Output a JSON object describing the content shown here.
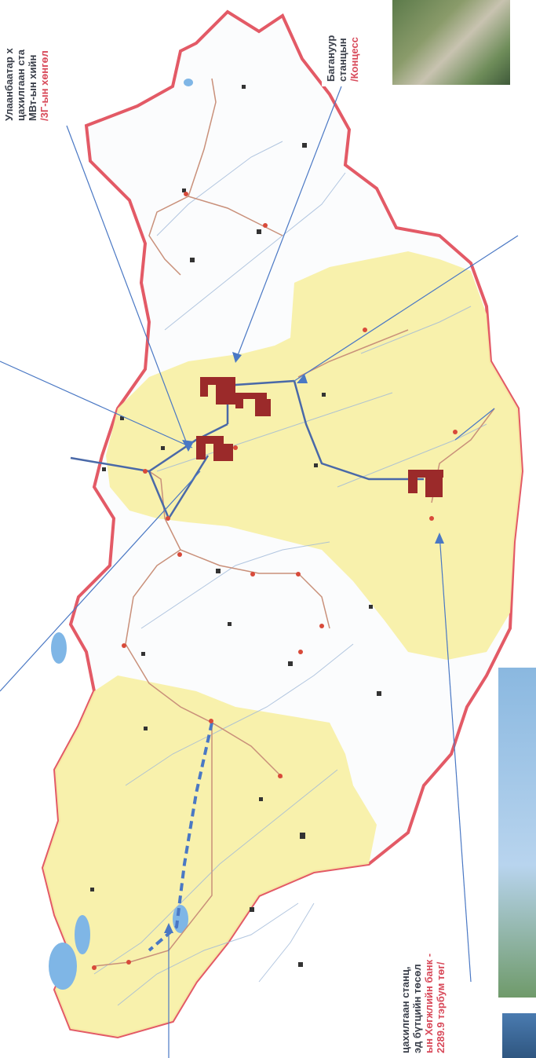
{
  "colors": {
    "border": "#e35a66",
    "region_fill": "#f8f0a8",
    "road": "#9fb8d8",
    "main_line": "#4a69a8",
    "secondary_line": "#c9907a",
    "plant": "#9b2a2a",
    "lake": "#7fb6e6",
    "arrow": "#4a78c4"
  },
  "callouts": {
    "top_left": {
      "line1": "Улаанбаатар х",
      "line2": "цахилгаан ста",
      "line3": "МВт-ын хийн",
      "line4": "/3Г-ын хөнгөл"
    },
    "top_right": {
      "line1": "Багануур",
      "line2": "станцын",
      "line3": "/Концесс"
    },
    "bottom_left": {
      "line1": "цахилгаан станц,",
      "line2": "эд бүтцийн төсөл",
      "line3": "ын Хөгжлийн банк -",
      "line4": "2289.9 тэрбум төг/"
    }
  }
}
